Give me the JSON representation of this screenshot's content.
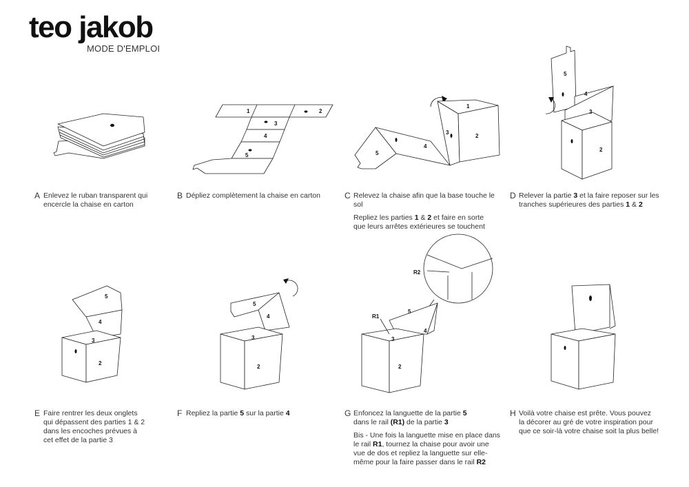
{
  "brand": "teo jakob",
  "subtitle": "MODE D'EMPLOI",
  "steps": [
    {
      "letter": "A",
      "text": "Enlevez le ruban transparent qui\nencercle la chaise en carton"
    },
    {
      "letter": "B",
      "text": "Dépliez complètement la chaise en carton"
    },
    {
      "letter": "C",
      "text": "Relevez la chaise afin que la base touche le sol",
      "bis_pre": "Repliez les  parties ",
      "bis_b1": "1",
      "bis_mid": " & ",
      "bis_b2": "2",
      "bis_post": " et faire en sorte\nque leurs arrêtes extérieures se touchent"
    },
    {
      "letter": "D",
      "pre": "Relever la partie ",
      "b1": "3",
      "mid": " et la faire reposer sur les\ntranches supérieures des parties ",
      "b2": "1",
      "mid2": " & ",
      "b3": "2"
    },
    {
      "letter": "E",
      "text": "Faire rentrer les deux onglets\nqui dépassent des parties 1 & 2\ndans les encoches prévues à\ncet effet de la partie 3"
    },
    {
      "letter": "F",
      "pre": "Repliez la partie ",
      "b1": "5",
      "mid": " sur la partie ",
      "b2": "4"
    },
    {
      "letter": "G",
      "pre": "Enfoncez la languette  de la partie ",
      "b1": "5",
      "mid": "\ndans le rail  ",
      "b2": "(R1)",
      "mid2": " de la partie ",
      "b3": "3",
      "bis_pre": "Bis - Une fois la languette mise en place dans\nle rail ",
      "bis_b1": "R1",
      "bis_post": ", tournez la chaise pour avoir une\nvue de dos et repliez la languette sur elle-\nmême pour la faire passer dans le rail ",
      "bis_b2": "R2"
    },
    {
      "letter": "H",
      "text": "Voilà votre chaise est prête. Vous pouvez\nla décorer au gré de votre inspiration pour\nque ce soir-là votre chaise soit la plus belle!"
    }
  ],
  "labels": {
    "p1": "1",
    "p2": "2",
    "p3": "3",
    "p4": "4",
    "p5": "5",
    "r1": "R1",
    "r2": "R2"
  }
}
